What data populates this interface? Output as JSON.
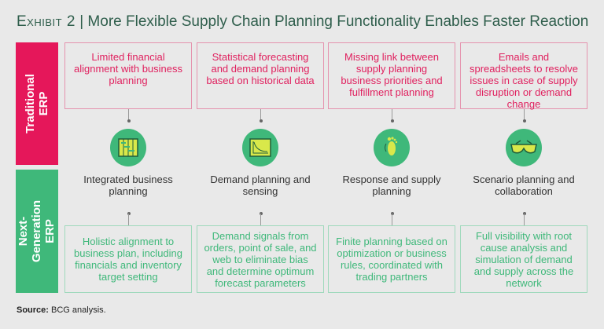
{
  "title": {
    "exhibit": "Exhibit 2",
    "separator": "|",
    "text": "More Flexible Supply Chain Planning Functionality Enables Faster Reaction"
  },
  "rows": {
    "traditional": "Traditional ERP",
    "next_generation": "Next-Generation ERP"
  },
  "columns": [
    {
      "traditional": "Limited financial alignment with business planning",
      "icon": "gantt-chart-icon",
      "label": "Integrated business planning",
      "next": "Holistic alignment to business plan, including financials and inventory target setting"
    },
    {
      "traditional": "Statistical forecasting and demand planning based on historical data",
      "icon": "demand-curve-icon",
      "label": "Demand planning and sensing",
      "next": "Demand signals from orders, point of sale, and web to eliminate bias and determine optimum forecast parameters"
    },
    {
      "traditional": "Missing link between supply planning business priorities and fulfillment planning",
      "icon": "footprint-icon",
      "label": "Response and supply planning",
      "next": "Finite planning based on optimization or business rules, coordinated with trading partners"
    },
    {
      "traditional": "Emails and spreadsheets to resolve issues in case of supply disruption or demand change",
      "icon": "glasses-icon",
      "label": "Scenario planning and collaboration",
      "next": "Full visibility with root cause analysis and simulation of demand and supply across the network"
    }
  ],
  "source": {
    "label": "Source:",
    "text": "BCG analysis."
  },
  "colors": {
    "red": "#e5175a",
    "green": "#3fb87a",
    "icon_fill": "#d9e84a"
  }
}
